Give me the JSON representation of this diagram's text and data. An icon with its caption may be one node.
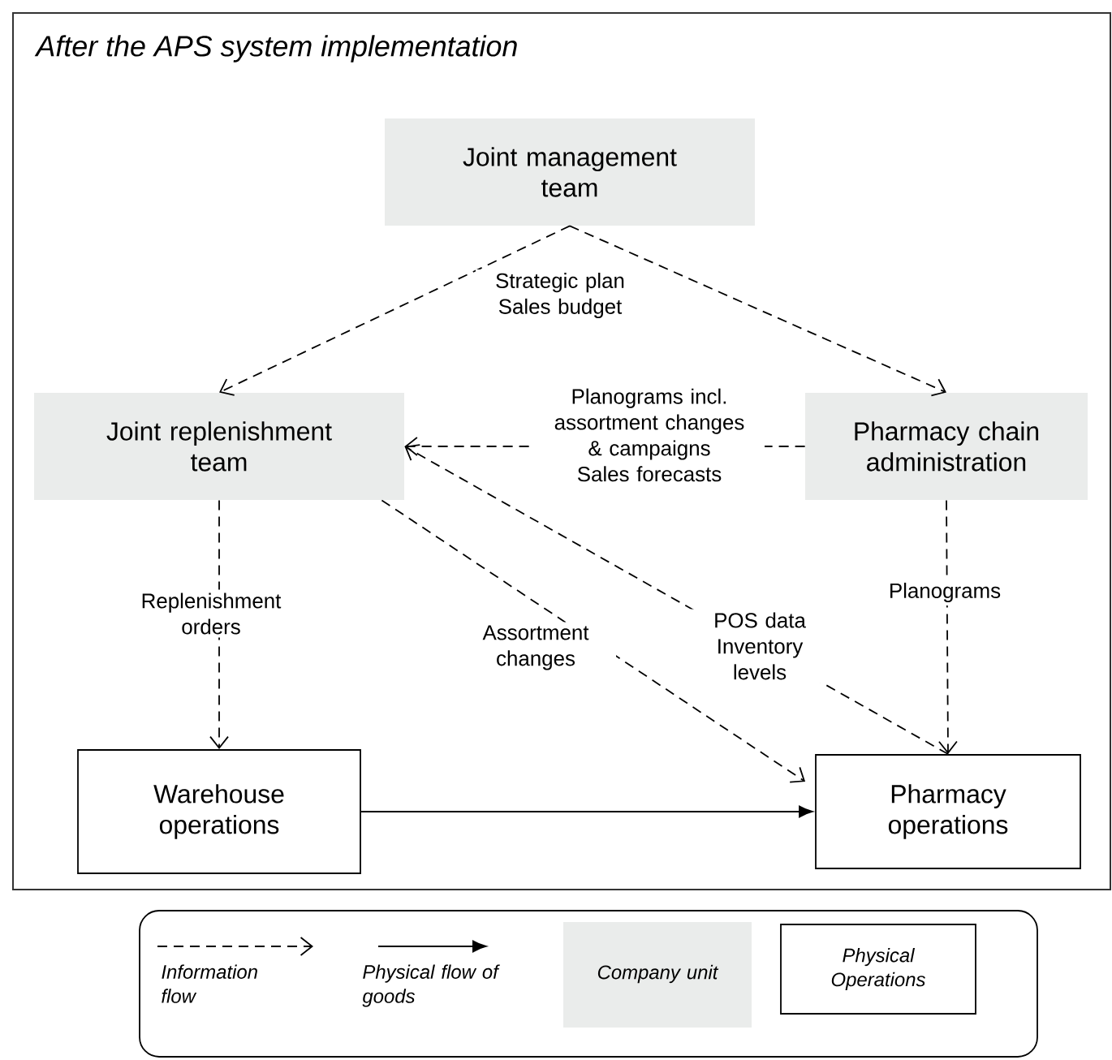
{
  "diagram": {
    "title": "After the APS system implementation",
    "nodes": [
      {
        "text": [
          "Joint management team"
        ]
      },
      {
        "text": [
          "Joint replenishment team"
        ]
      },
      {
        "text": [
          "Pharmacy chain administration"
        ]
      },
      {
        "text": [
          "Warehouse operations"
        ]
      },
      {
        "text": [
          "Pharmacy operations"
        ]
      }
    ],
    "edges": [
      {
        "from": 0,
        "to": 1,
        "arrow": "to",
        "style": "dashed",
        "label": "Strategic plan Sales budget"
      },
      {
        "from": 0,
        "to": 2,
        "arrow": "to",
        "style": "dashed"
      },
      {
        "from": 2,
        "to": 1,
        "arrow": "to",
        "style": "dashed",
        "label": "Planograms incl. assortment changes & campaigns Sales forecasts"
      },
      {
        "from": 1,
        "to": 4,
        "arrow": "to",
        "style": "dashed",
        "label": "Assortment changes"
      },
      {
        "from": 4,
        "to": 1,
        "arrow": "to",
        "style": "dashed",
        "label": "POS data Inventory levels"
      },
      {
        "from": 1,
        "to": 3,
        "arrow": "to",
        "style": "dashed",
        "label": "Replenishment orders"
      },
      {
        "from": 2,
        "to": 4,
        "arrow": "to",
        "style": "dashed",
        "label": "Planograms"
      },
      {
        "from": 3,
        "to": 4,
        "arrow": "to"
      }
    ],
    "legend": [
      {
        "text": "Information flow"
      },
      {
        "text": "Physical flow of goods"
      },
      {
        "text": "Company unit",
        "color": "#eaeceb"
      },
      {
        "text": "Physical Operations"
      }
    ]
  }
}
